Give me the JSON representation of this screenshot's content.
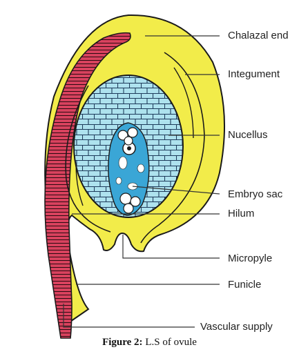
{
  "figure": {
    "caption_number": "Figure 2:",
    "caption_text": "L.S of ovule"
  },
  "labels": {
    "chalazal_end": "Chalazal end",
    "integument": "Integument",
    "nucellus": "Nucellus",
    "embryo_sac": "Embryo sac",
    "hilum": "Hilum",
    "micropyle": "Micropyle",
    "funicle": "Funicle",
    "vascular_supply": "Vascular supply"
  },
  "colors": {
    "integument_fill": "#f2ec4a",
    "nucellus_fill": "#aee2ee",
    "nucellus_cell_lines": "#1d3a5a",
    "embryo_sac_fill": "#3aa6d6",
    "vascular_fill": "#d8425e",
    "outline": "#1a1a1a",
    "leader_lines": "#333333"
  }
}
